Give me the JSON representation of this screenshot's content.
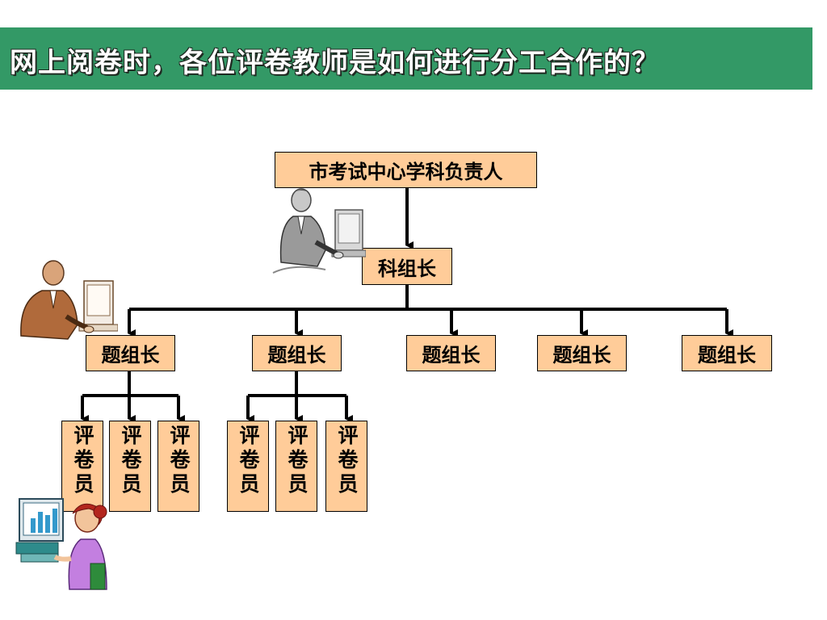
{
  "title": "网上阅卷时，各位评卷教师是如何进行分工合作的？",
  "colors": {
    "title_bar": "#339966",
    "box_fill": "#ffcc99",
    "box_border": "#000000",
    "connector": "#000000"
  },
  "chart": {
    "root": "市考试中心学科负责人",
    "subject_leader": "科组长",
    "question_leaders": [
      "题组长",
      "题组长",
      "题组长",
      "题组长",
      "题组长"
    ],
    "markers_group_1": [
      "评卷员",
      "评卷员",
      "评卷员"
    ],
    "markers_group_2": [
      "评卷员",
      "评卷员",
      "评卷员"
    ]
  },
  "illustrations": [
    "man-at-computer-gray",
    "man-at-computer-brown",
    "woman-at-computer"
  ]
}
